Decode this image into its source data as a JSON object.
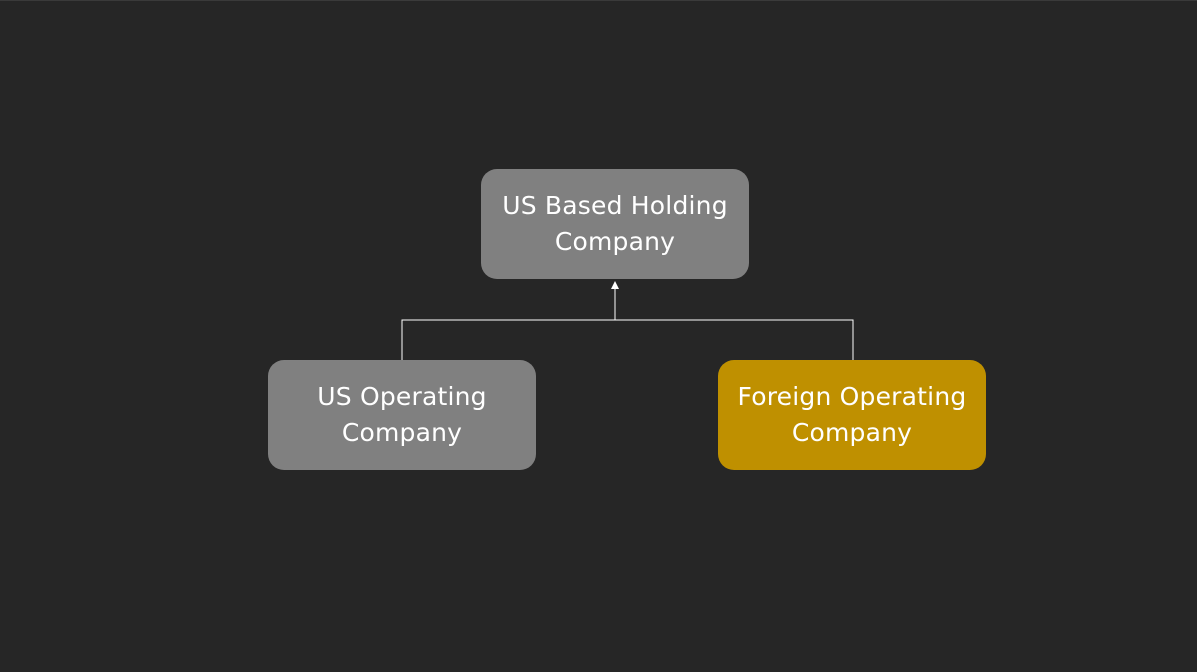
{
  "diagram": {
    "nodes": [
      {
        "id": "holding",
        "line1": "US Based Holding",
        "line2": "Company",
        "color": "#808080"
      },
      {
        "id": "us_op",
        "line1": "US Operating",
        "line2": "Company",
        "color": "#808080"
      },
      {
        "id": "foreign",
        "line1": "Foreign Operating",
        "line2": "Company",
        "color": "#BF9000"
      }
    ],
    "edges": [
      {
        "from": "us_op",
        "to": "holding"
      },
      {
        "from": "foreign",
        "to": "holding"
      }
    ],
    "colors": {
      "background": "#262626",
      "connector": "#ffffff",
      "text": "#ffffff"
    }
  }
}
